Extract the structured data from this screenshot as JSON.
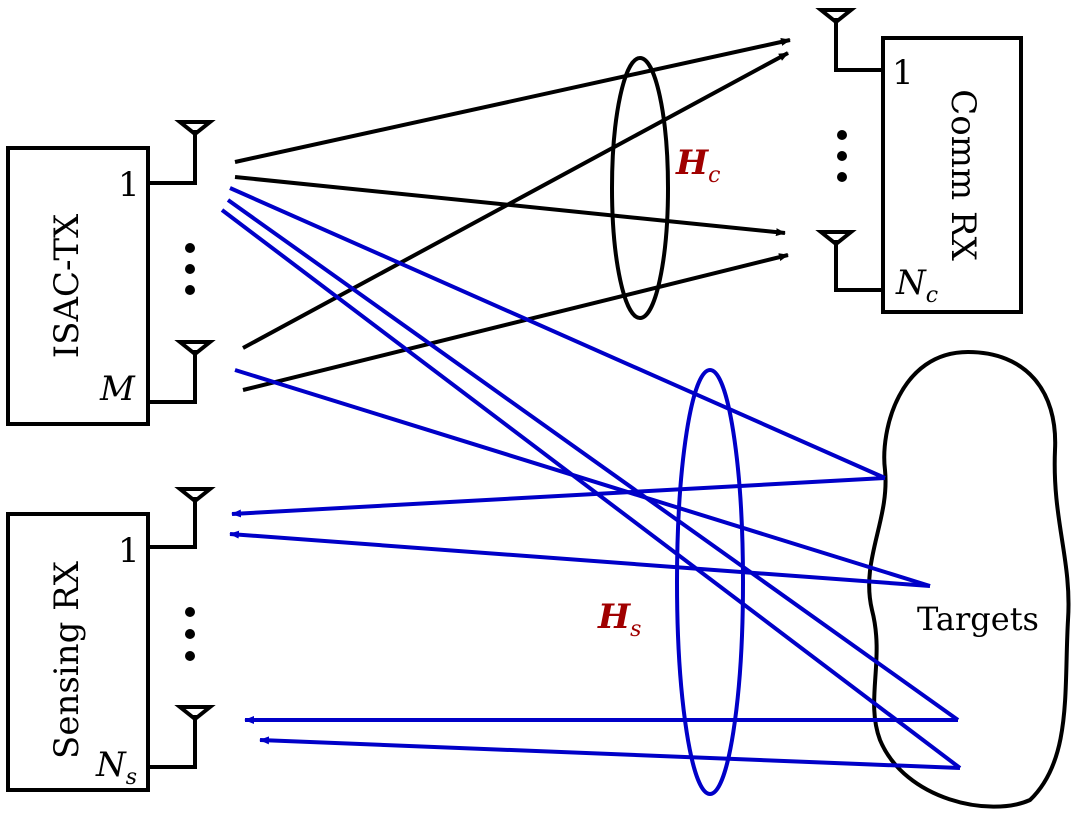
{
  "blocks": {
    "isac_tx": {
      "name": "ISAC-TX",
      "first_index": "1",
      "last_index": "M"
    },
    "comm_rx": {
      "name": "Comm RX",
      "first_index": "1",
      "last_index": "N",
      "last_index_sub": "c"
    },
    "sensing_rx": {
      "name": "Sensing RX",
      "first_index": "1",
      "last_index": "N",
      "last_index_sub": "s"
    },
    "targets": {
      "name": "Targets"
    }
  },
  "channels": {
    "comm": {
      "symbol": "H",
      "sub": "c",
      "color": "#a00000"
    },
    "sensing": {
      "symbol": "H",
      "sub": "s",
      "color": "#a00000"
    }
  },
  "colors": {
    "comm_path": "#000000",
    "sensing_path": "#0000c8"
  }
}
